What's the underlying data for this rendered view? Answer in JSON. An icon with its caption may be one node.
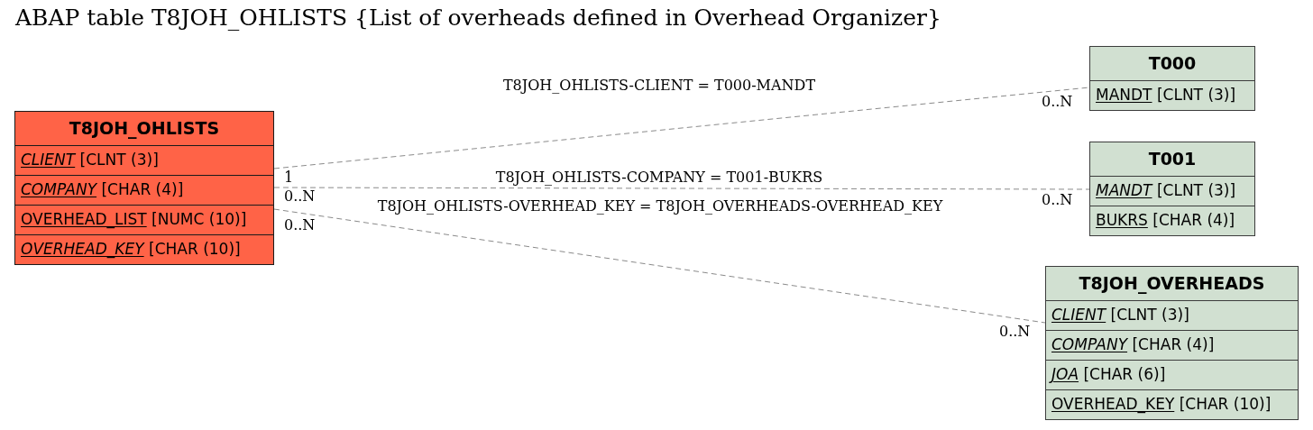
{
  "diagram": {
    "title": "ABAP table T8JOH_OHLISTS {List of overheads defined in Overhead Organizer}",
    "nodes": [
      {
        "text": [
          "T8JOH_OHLISTS",
          "*CLIENT* [CLNT (3)]",
          "*COMPANY* [CHAR (4)]",
          "OVERHEAD_LIST [NUMC (10)]",
          "*OVERHEAD_KEY* [CHAR (10)]"
        ]
      },
      {
        "text": [
          "T000",
          "MANDT [CLNT (3)]"
        ]
      },
      {
        "text": [
          "T001",
          "*MANDT* [CLNT (3)]",
          "BUKRS [CHAR (4)]"
        ]
      },
      {
        "text": [
          "T8JOH_OVERHEADS",
          "*CLIENT* [CLNT (3)]",
          "*COMPANY* [CHAR (4)]",
          "*JOA* [CHAR (6)]",
          "OVERHEAD_KEY [CHAR (10)]"
        ]
      }
    ],
    "edges": [
      {
        "from": 0,
        "to": 1,
        "arrow": "none",
        "style": "dashed",
        "label": "T8JOH_OHLISTS-CLIENT = T000-MANDT"
      },
      {
        "from": 0,
        "to": 2,
        "arrow": "none",
        "style": "dashed",
        "label": "T8JOH_OHLISTS-COMPANY = T001-BUKRS"
      },
      {
        "from": 0,
        "to": 3,
        "arrow": "none",
        "style": "dashed",
        "label": "T8JOH_OHLISTS-OVERHEAD_KEY = T8JOH_OVERHEADS-OVERHEAD_KEY"
      }
    ],
    "labels": [
      "0..N",
      "1",
      "0..N",
      "0..N",
      "0..N",
      "0..N"
    ]
  }
}
